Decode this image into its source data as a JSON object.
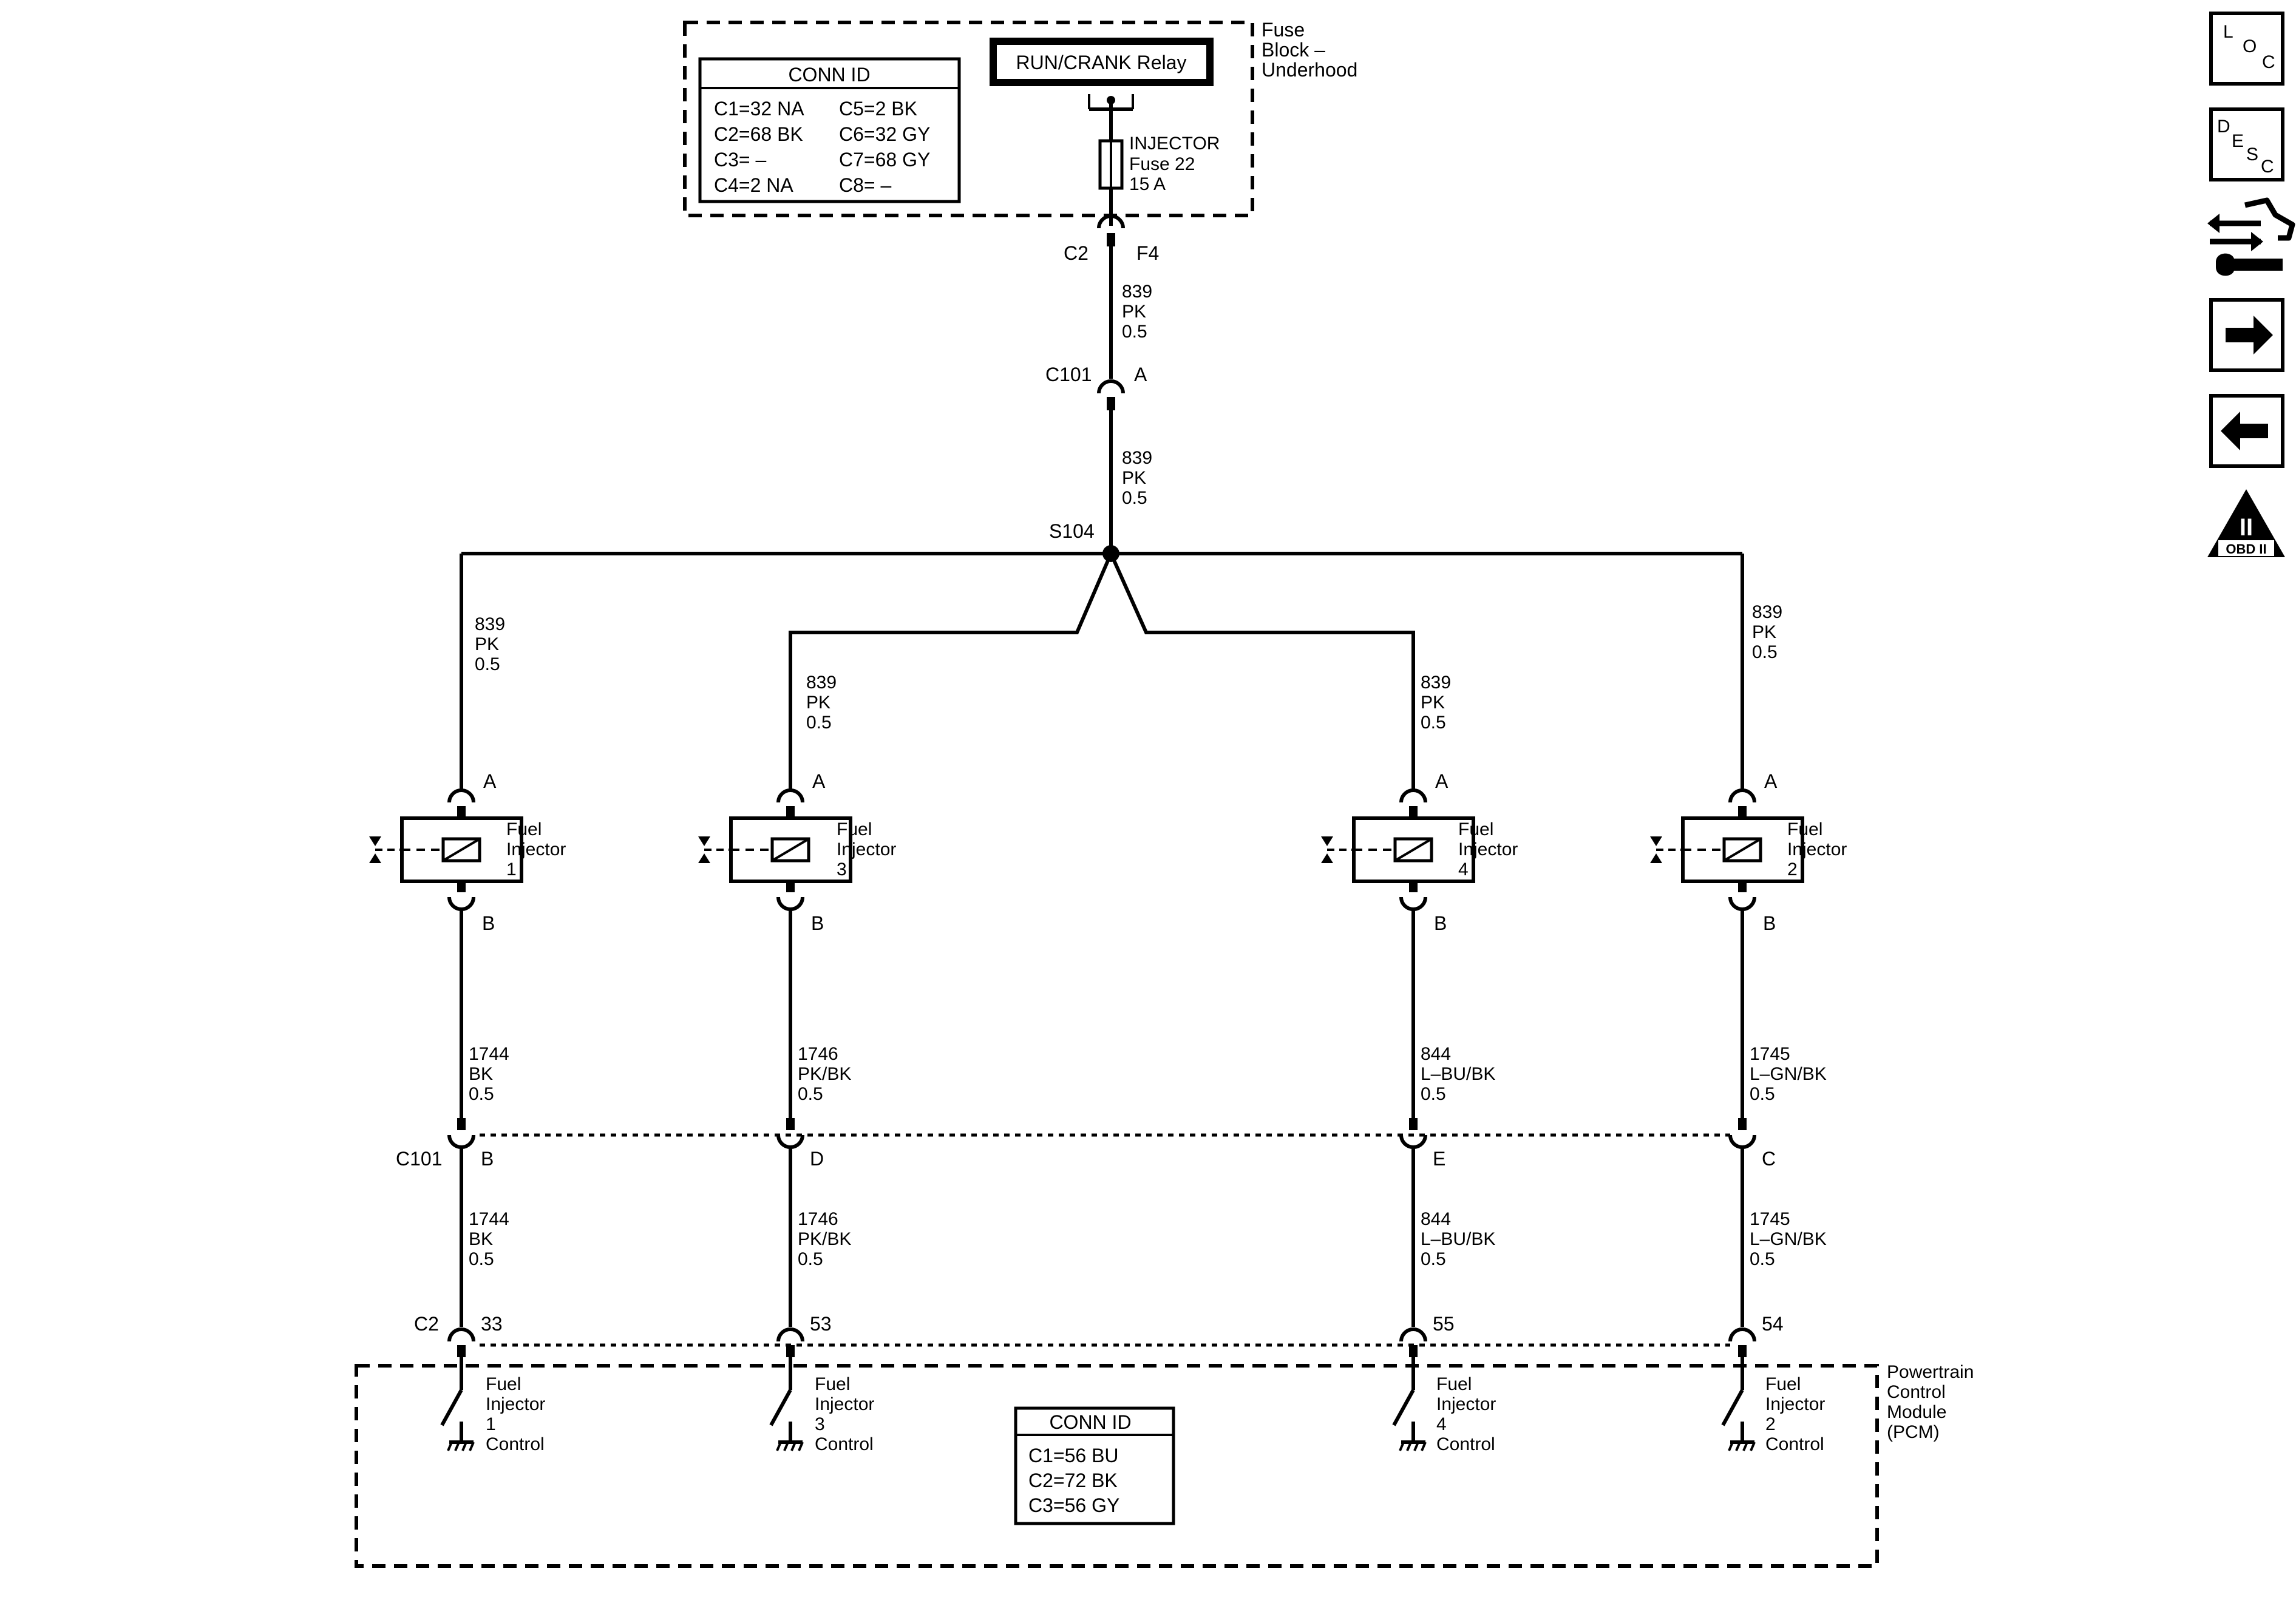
{
  "fuse_block": {
    "title_lines": [
      "Fuse",
      "Block –",
      "Underhood"
    ],
    "conn_id": {
      "header": "CONN ID",
      "rows": [
        [
          "C1=32 NA",
          "C5=2 BK"
        ],
        [
          "C2=68 BK",
          "C6=32 GY"
        ],
        [
          "C3= –",
          "C7=68 GY"
        ],
        [
          "C4=2 NA",
          "C8= –"
        ]
      ]
    },
    "relay_label": "RUN/CRANK Relay",
    "fuse_lines": [
      "INJECTOR",
      "Fuse 22",
      "15 A"
    ]
  },
  "feed": {
    "connector_c2": "C2",
    "pin_f4": "F4",
    "wire_upper": [
      "839",
      "PK",
      "0.5"
    ],
    "connector_c101": "C101",
    "pin_a": "A",
    "wire_lower": [
      "839",
      "PK",
      "0.5"
    ],
    "splice": "S104"
  },
  "injectors": [
    {
      "feed_wire": [
        "839",
        "PK",
        "0.5"
      ],
      "pin_top": "A",
      "pin_bottom": "B",
      "name_lines": [
        "Fuel",
        "Injector",
        "1"
      ],
      "wire_upper": [
        "1744",
        "BK",
        "0.5"
      ],
      "c101_pin": "B",
      "wire_lower": [
        "1744",
        "BK",
        "0.5"
      ],
      "pcm_pin": "33",
      "control_lines": [
        "Fuel",
        "Injector",
        "1",
        "Control"
      ]
    },
    {
      "feed_wire": [
        "839",
        "PK",
        "0.5"
      ],
      "pin_top": "A",
      "pin_bottom": "B",
      "name_lines": [
        "Fuel",
        "Injector",
        "3"
      ],
      "wire_upper": [
        "1746",
        "PK/BK",
        "0.5"
      ],
      "c101_pin": "D",
      "wire_lower": [
        "1746",
        "PK/BK",
        "0.5"
      ],
      "pcm_pin": "53",
      "control_lines": [
        "Fuel",
        "Injector",
        "3",
        "Control"
      ]
    },
    {
      "feed_wire": [
        "839",
        "PK",
        "0.5"
      ],
      "pin_top": "A",
      "pin_bottom": "B",
      "name_lines": [
        "Fuel",
        "Injector",
        "4"
      ],
      "wire_upper": [
        "844",
        "L–BU/BK",
        "0.5"
      ],
      "c101_pin": "E",
      "wire_lower": [
        "844",
        "L–BU/BK",
        "0.5"
      ],
      "pcm_pin": "55",
      "control_lines": [
        "Fuel",
        "Injector",
        "4",
        "Control"
      ]
    },
    {
      "feed_wire": [
        "839",
        "PK",
        "0.5"
      ],
      "pin_top": "A",
      "pin_bottom": "B",
      "name_lines": [
        "Fuel",
        "Injector",
        "2"
      ],
      "wire_upper": [
        "1745",
        "L–GN/BK",
        "0.5"
      ],
      "c101_pin": "C",
      "wire_lower": [
        "1745",
        "L–GN/BK",
        "0.5"
      ],
      "pcm_pin": "54",
      "control_lines": [
        "Fuel",
        "Injector",
        "2",
        "Control"
      ]
    }
  ],
  "c101_label": "C101",
  "c2_label": "C2",
  "pcm": {
    "title_lines": [
      "Powertrain",
      "Control",
      "Module",
      "(PCM)"
    ],
    "conn_id": {
      "header": "CONN ID",
      "rows": [
        "C1=56 BU",
        "C2=72 BK",
        "C3=56 GY"
      ]
    }
  },
  "nav": {
    "loc_letters": [
      "L",
      "O",
      "C"
    ],
    "desc_letters": [
      "D",
      "E",
      "S",
      "C"
    ],
    "obd_roman": "II",
    "obd_text": "OBD II"
  }
}
